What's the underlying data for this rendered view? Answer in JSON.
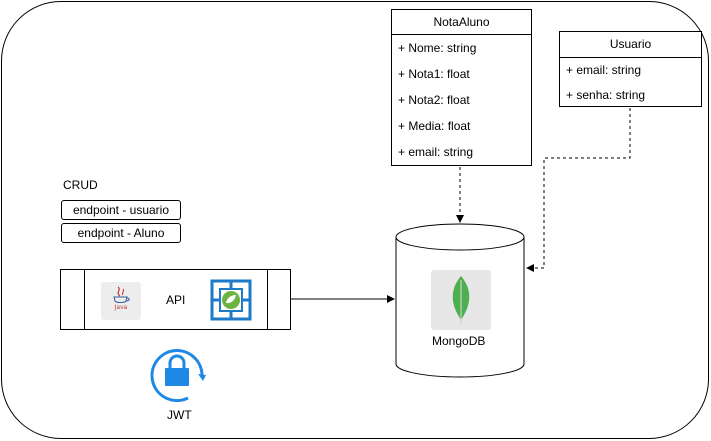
{
  "nota_aluno": {
    "title": "NotaAluno",
    "fields": [
      "+ Nome: string",
      "+ Nota1: float",
      "+ Nota2: float",
      "+ Media: float",
      "+ email: string"
    ]
  },
  "usuario": {
    "title": "Usuario",
    "fields": [
      "+ email: string",
      "+ senha: string"
    ]
  },
  "crud": {
    "title": "CRUD",
    "endpoints": [
      "endpoint - usuario",
      "endpoint - Aluno"
    ]
  },
  "api": {
    "label": "API",
    "java_text": "Java"
  },
  "database": {
    "label": "MongoDB"
  },
  "auth": {
    "label": "JWT"
  },
  "colors": {
    "mongo_leaf": "#4caf50",
    "spring_green": "#6db33f",
    "spring_frame": "#1e7bc7",
    "jwt_blue": "#1e88e5",
    "java_red": "#c0392b"
  },
  "icons": [
    "java-icon",
    "spring-icon",
    "mongodb-leaf-icon",
    "lock-icon"
  ]
}
